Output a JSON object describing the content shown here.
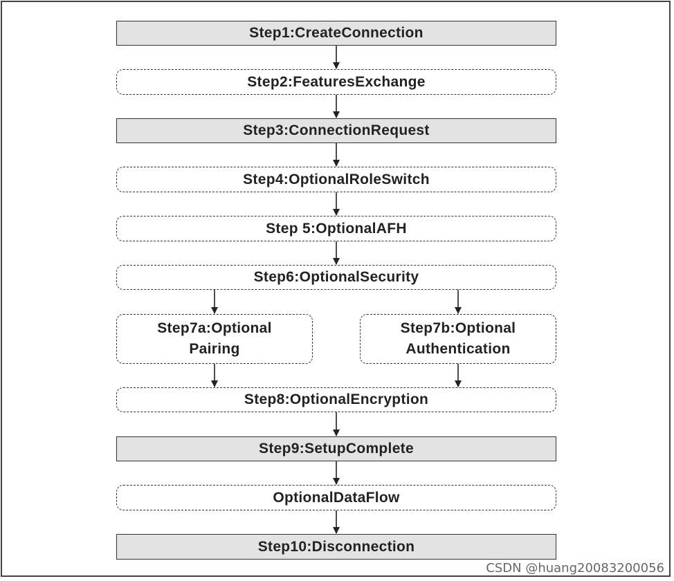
{
  "steps": [
    {
      "label": "Step1:CreateConnection"
    },
    {
      "label": "Step2:FeaturesExchange"
    },
    {
      "label": "Step3:ConnectionRequest"
    },
    {
      "label": "Step4:OptionalRoleSwitch"
    },
    {
      "label": "Step 5:OptionalAFH"
    },
    {
      "label": "Step6:OptionalSecurity"
    },
    {
      "line1": "Step7a:Optional",
      "line2": "Pairing"
    },
    {
      "line1": "Step7b:Optional",
      "line2": "Authentication"
    },
    {
      "label": "Step8:OptionalEncryption"
    },
    {
      "label": "Step9:SetupComplete"
    },
    {
      "label": "OptionalDataFlow"
    },
    {
      "label": "Step10:Disconnection"
    }
  ],
  "watermark": "CSDN @huang20083200056"
}
